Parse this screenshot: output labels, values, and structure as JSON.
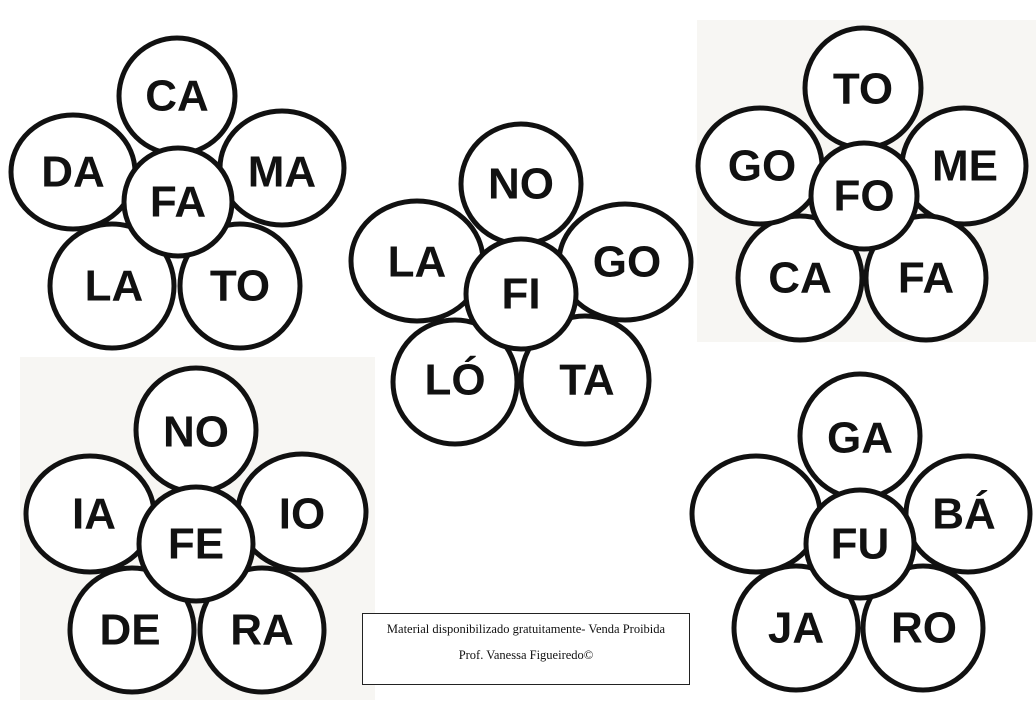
{
  "flowers": [
    {
      "center": "FA",
      "petals": [
        "CA",
        "MA",
        "TO",
        "LA",
        "DA"
      ]
    },
    {
      "center": "FI",
      "petals": [
        "NO",
        "GO",
        "TA",
        "LÓ",
        "LA"
      ]
    },
    {
      "center": "FO",
      "petals": [
        "TO",
        "ME",
        "FA",
        "CA",
        "GO"
      ]
    },
    {
      "center": "FE",
      "petals": [
        "NO",
        "IO",
        "RA",
        "DE",
        "IA"
      ]
    },
    {
      "center": "FU",
      "petals": [
        "GA",
        "BÁ",
        "RO",
        "JA",
        ""
      ]
    }
  ],
  "credit": {
    "line1": "Material disponibilizado gratuitamente- Venda Proibida",
    "line2": "Prof. Vanessa Figueiredo©"
  },
  "colors": {
    "ink": "#111111",
    "petal_fill": "#ffffff"
  }
}
